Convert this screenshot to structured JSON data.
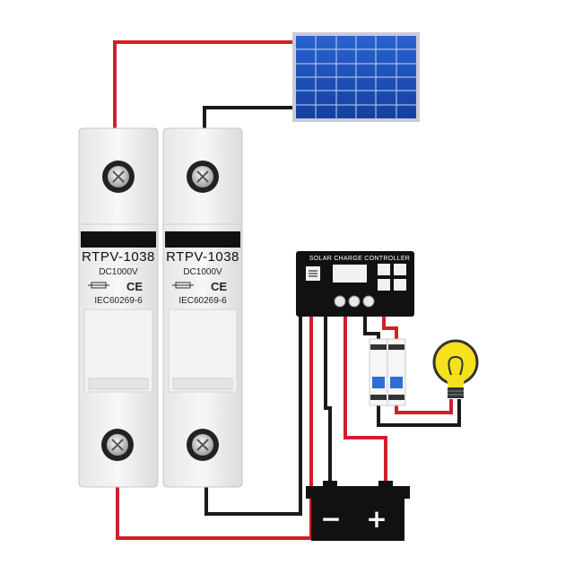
{
  "fuse_holders": [
    {
      "model": "RTPV-1038",
      "voltage": "DC1000V",
      "ce": "CE",
      "standard": "IEC60269-6"
    },
    {
      "model": "RTPV-1038",
      "voltage": "DC1000V",
      "ce": "CE",
      "standard": "IEC60269-6"
    }
  ],
  "controller": {
    "title": "SOLAR CHARGE CONTROLLER"
  },
  "battery": {
    "minus": "−",
    "plus": "+"
  },
  "colors": {
    "positive_wire": "#d0202a",
    "negative_wire": "#1a1a1a",
    "panel": "#1d4fb8",
    "bulb": "#f5e11c"
  }
}
